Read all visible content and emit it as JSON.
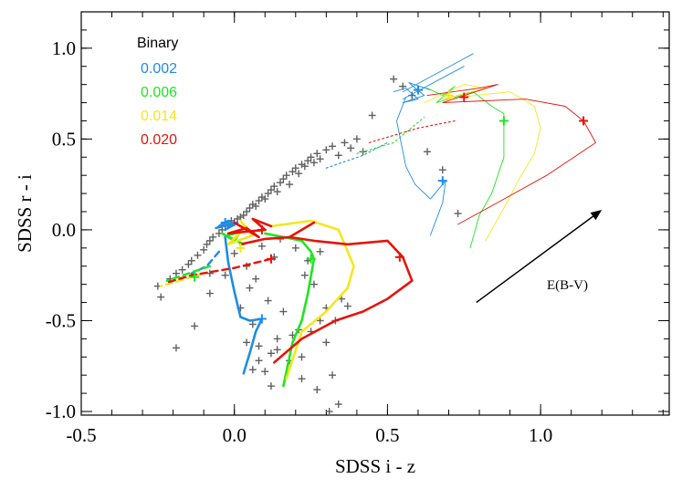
{
  "chart_data": {
    "type": "scatter",
    "title": "",
    "xlabel": "SDSS i - z",
    "ylabel": "SDSS r - i",
    "xlim": [
      -0.5,
      1.42
    ],
    "ylim": [
      -1.02,
      1.2
    ],
    "xticks": [
      -0.5,
      0.0,
      0.5,
      1.0
    ],
    "xtick_labels": [
      "-0.5",
      "0.0",
      "0.5",
      "1.0"
    ],
    "yticks": [
      -1.0,
      -0.5,
      0.0,
      0.5,
      1.0
    ],
    "ytick_labels": [
      "-1.0",
      "-0.5",
      "0.0",
      "0.5",
      "1.0"
    ],
    "grid": false,
    "legend": {
      "title": "Binary",
      "placement": "top-left",
      "entries": [
        {
          "label": "0.002",
          "color": "#1e8ce6"
        },
        {
          "label": "0.006",
          "color": "#1ee61e"
        },
        {
          "label": "0.014",
          "color": "#f5e61e"
        },
        {
          "label": "0.020",
          "color": "#e6140a"
        }
      ]
    },
    "annotation": {
      "label": "E(B-V)",
      "arrow_from": [
        0.79,
        -0.4
      ],
      "arrow_to": [
        1.2,
        0.11
      ]
    },
    "observed_points": {
      "marker": "plus",
      "color": "#606060",
      "x": [
        -0.25,
        -0.24,
        -0.21,
        -0.19,
        -0.17,
        -0.15,
        -0.14,
        -0.12,
        -0.1,
        -0.09,
        -0.08,
        -0.07,
        -0.05,
        -0.04,
        -0.03,
        -0.02,
        -0.01,
        0.0,
        0.01,
        0.02,
        0.03,
        0.04,
        0.05,
        0.06,
        0.07,
        0.08,
        0.09,
        0.1,
        0.11,
        0.12,
        0.13,
        0.14,
        0.15,
        0.16,
        0.17,
        0.18,
        0.19,
        0.2,
        0.21,
        0.22,
        0.23,
        0.24,
        0.25,
        0.26,
        0.27,
        0.28,
        0.3,
        0.32,
        0.34,
        0.36,
        0.38,
        0.4,
        0.42,
        0.45,
        0.52,
        0.55,
        0.58,
        0.63,
        0.68,
        0.73,
        -0.19,
        -0.13,
        -0.08,
        -0.08,
        -0.03,
        0.02,
        0.04,
        0.06,
        0.08,
        0.1,
        0.12,
        0.14,
        0.22,
        0.25,
        0.28,
        0.3,
        0.32,
        0.34,
        0.27,
        0.13,
        0.24,
        0.2,
        0.05,
        0.11,
        0.08,
        0.18,
        0.22,
        0.3,
        0.35,
        0.15,
        0.28,
        0.09,
        0.16,
        0.21,
        0.33,
        0.04,
        0.0,
        0.06,
        0.14,
        0.26,
        0.37,
        0.19,
        0.07,
        0.12,
        0.23,
        0.31
      ],
      "y": [
        -0.31,
        -0.37,
        -0.27,
        -0.24,
        -0.22,
        -0.19,
        -0.17,
        -0.14,
        -0.11,
        -0.08,
        -0.06,
        -0.04,
        -0.02,
        0.0,
        0.02,
        0.03,
        0.05,
        0.04,
        0.06,
        0.07,
        0.08,
        0.1,
        0.12,
        0.14,
        0.13,
        0.16,
        0.18,
        0.17,
        0.2,
        0.22,
        0.24,
        0.21,
        0.26,
        0.28,
        0.3,
        0.25,
        0.32,
        0.34,
        0.31,
        0.36,
        0.35,
        0.38,
        0.4,
        0.37,
        0.42,
        0.39,
        0.44,
        0.46,
        0.41,
        0.48,
        0.45,
        0.5,
        0.43,
        0.63,
        0.83,
        0.79,
        0.74,
        0.43,
        0.33,
        0.09,
        -0.65,
        -0.53,
        -0.35,
        -0.24,
        -0.25,
        -0.43,
        -0.62,
        -0.52,
        -0.72,
        -0.78,
        -0.86,
        -0.6,
        -0.7,
        -0.56,
        -0.5,
        -0.62,
        -0.8,
        -0.96,
        -0.88,
        -0.15,
        -0.17,
        -0.1,
        -0.32,
        -0.39,
        -0.64,
        -0.72,
        -0.82,
        -0.43,
        -0.38,
        -0.05,
        -0.12,
        -0.09,
        -0.45,
        -0.55,
        -0.5,
        -0.2,
        -0.13,
        -0.77,
        -0.66,
        -0.3,
        -0.42,
        -0.58,
        -0.27,
        -0.68,
        -0.25,
        -1.0
      ]
    },
    "series": [
      {
        "name": "0.002",
        "color": "#1e8ce6",
        "paths": [
          {
            "style": "thick",
            "points": [
              [
                -0.05,
                0.02
              ],
              [
                -0.02,
                0.05
              ],
              [
                0.0,
                0.03
              ],
              [
                -0.03,
                0.0
              ],
              [
                0.01,
                0.04
              ],
              [
                -0.06,
                0.01
              ]
            ]
          },
          {
            "style": "thick",
            "points": [
              [
                -0.03,
                -0.04
              ],
              [
                -0.02,
                -0.18
              ],
              [
                0.0,
                -0.34
              ],
              [
                0.02,
                -0.48
              ],
              [
                0.05,
                -0.5
              ],
              [
                0.09,
                -0.49
              ]
            ]
          },
          {
            "style": "thick",
            "points": [
              [
                0.09,
                -0.49
              ],
              [
                0.07,
                -0.56
              ],
              [
                0.05,
                -0.68
              ],
              [
                0.03,
                -0.79
              ]
            ]
          },
          {
            "style": "dashed",
            "points": [
              [
                -0.05,
                -0.12
              ],
              [
                -0.09,
                -0.2
              ],
              [
                -0.14,
                -0.24
              ]
            ]
          },
          {
            "style": "thin",
            "points": [
              [
                0.52,
                0.76
              ],
              [
                0.56,
                0.78
              ],
              [
                0.6,
                0.72
              ],
              [
                0.55,
                0.7
              ],
              [
                0.62,
                0.74
              ],
              [
                0.57,
                0.81
              ],
              [
                0.64,
                0.77
              ]
            ]
          },
          {
            "style": "thin",
            "points": [
              [
                0.55,
                0.76
              ],
              [
                0.78,
                0.97
              ]
            ]
          },
          {
            "style": "thin",
            "points": [
              [
                0.55,
                0.72
              ],
              [
                0.75,
                0.9
              ]
            ]
          },
          {
            "style": "thin",
            "points": [
              [
                0.56,
                0.73
              ],
              [
                0.53,
                0.6
              ],
              [
                0.56,
                0.35
              ],
              [
                0.59,
                0.25
              ],
              [
                0.64,
                0.17
              ],
              [
                0.69,
                0.27
              ],
              [
                0.68,
                0.15
              ],
              [
                0.64,
                -0.03
              ]
            ]
          },
          {
            "style": "dotted",
            "points": [
              [
                0.3,
                0.34
              ],
              [
                0.42,
                0.41
              ],
              [
                0.5,
                0.48
              ]
            ]
          }
        ]
      },
      {
        "name": "0.006",
        "color": "#1ee61e",
        "paths": [
          {
            "style": "thick",
            "points": [
              [
                -0.02,
                -0.03
              ],
              [
                0.02,
                -0.01
              ],
              [
                0.0,
                -0.06
              ],
              [
                -0.04,
                -0.02
              ],
              [
                0.03,
                -0.08
              ]
            ]
          },
          {
            "style": "thick",
            "points": [
              [
                0.1,
                -0.02
              ],
              [
                0.22,
                -0.06
              ],
              [
                0.25,
                -0.12
              ],
              [
                0.26,
                -0.16
              ],
              [
                0.24,
                -0.35
              ],
              [
                0.22,
                -0.5
              ],
              [
                0.19,
                -0.62
              ],
              [
                0.16,
                -0.86
              ]
            ]
          },
          {
            "style": "dashed",
            "points": [
              [
                -0.08,
                -0.2
              ],
              [
                -0.15,
                -0.24
              ],
              [
                -0.22,
                -0.28
              ]
            ]
          },
          {
            "style": "thin",
            "points": [
              [
                0.63,
                0.78
              ],
              [
                0.68,
                0.74
              ],
              [
                0.72,
                0.79
              ],
              [
                0.66,
                0.7
              ],
              [
                0.78,
                0.76
              ],
              [
                0.84,
                0.68
              ],
              [
                0.88,
                0.64
              ],
              [
                0.88,
                0.4
              ],
              [
                0.84,
                0.2
              ],
              [
                0.8,
                0.08
              ],
              [
                0.77,
                -0.1
              ]
            ]
          },
          {
            "style": "dotted",
            "points": [
              [
                0.4,
                0.42
              ],
              [
                0.52,
                0.48
              ],
              [
                0.62,
                0.62
              ]
            ]
          }
        ]
      },
      {
        "name": "0.014",
        "color": "#f5e61e",
        "paths": [
          {
            "style": "thick",
            "points": [
              [
                0.0,
                -0.05
              ],
              [
                0.04,
                0.02
              ],
              [
                -0.02,
                -0.08
              ],
              [
                0.06,
                -0.03
              ],
              [
                0.02,
                0.05
              ]
            ]
          },
          {
            "style": "thick",
            "points": [
              [
                0.12,
                0.02
              ],
              [
                0.25,
                0.05
              ],
              [
                0.34,
                0.0
              ],
              [
                0.37,
                -0.12
              ],
              [
                0.39,
                -0.2
              ],
              [
                0.37,
                -0.32
              ],
              [
                0.3,
                -0.45
              ],
              [
                0.22,
                -0.56
              ],
              [
                0.17,
                -0.82
              ]
            ]
          },
          {
            "style": "dashed",
            "points": [
              [
                -0.1,
                -0.24
              ],
              [
                -0.18,
                -0.28
              ],
              [
                -0.24,
                -0.31
              ]
            ]
          },
          {
            "style": "thin",
            "points": [
              [
                0.62,
                0.7
              ],
              [
                0.75,
                0.8
              ],
              [
                0.82,
                0.78
              ],
              [
                0.68,
                0.72
              ],
              [
                0.9,
                0.76
              ],
              [
                0.98,
                0.68
              ],
              [
                1.0,
                0.56
              ],
              [
                0.98,
                0.42
              ],
              [
                0.93,
                0.28
              ],
              [
                0.88,
                0.12
              ],
              [
                0.82,
                -0.06
              ]
            ]
          }
        ]
      },
      {
        "name": "0.020",
        "color": "#e6140a",
        "paths": [
          {
            "style": "thick",
            "points": [
              [
                0.02,
                0.02
              ],
              [
                0.05,
                -0.01
              ],
              [
                0.0,
                0.04
              ],
              [
                0.08,
                -0.04
              ],
              [
                0.04,
                0.01
              ],
              [
                -0.02,
                -0.02
              ],
              [
                0.1,
                0.0
              ],
              [
                0.06,
                0.06
              ],
              [
                0.12,
                0.02
              ]
            ]
          },
          {
            "style": "thick",
            "points": [
              [
                0.02,
                -0.08
              ],
              [
                0.1,
                -0.05
              ],
              [
                0.18,
                -0.04
              ],
              [
                0.26,
                0.04
              ]
            ]
          },
          {
            "style": "thick",
            "points": [
              [
                0.18,
                -0.04
              ],
              [
                0.26,
                -0.06
              ],
              [
                0.37,
                -0.08
              ],
              [
                0.5,
                -0.06
              ],
              [
                0.55,
                -0.15
              ],
              [
                0.58,
                -0.28
              ],
              [
                0.5,
                -0.38
              ],
              [
                0.42,
                -0.45
              ],
              [
                0.33,
                -0.5
              ],
              [
                0.22,
                -0.6
              ],
              [
                0.13,
                -0.73
              ]
            ]
          },
          {
            "style": "dashed",
            "points": [
              [
                0.12,
                -0.16
              ],
              [
                0.0,
                -0.21
              ],
              [
                -0.14,
                -0.25
              ],
              [
                -0.22,
                -0.29
              ]
            ]
          },
          {
            "style": "thin",
            "points": [
              [
                0.63,
                0.74
              ],
              [
                0.8,
                0.78
              ],
              [
                0.86,
                0.8
              ],
              [
                0.68,
                0.7
              ],
              [
                0.95,
                0.72
              ],
              [
                1.08,
                0.68
              ],
              [
                1.14,
                0.6
              ],
              [
                1.18,
                0.48
              ],
              [
                1.02,
                0.3
              ],
              [
                0.87,
                0.16
              ],
              [
                0.73,
                0.03
              ]
            ]
          },
          {
            "style": "dotted",
            "points": [
              [
                0.44,
                0.48
              ],
              [
                0.6,
                0.56
              ],
              [
                0.72,
                0.6
              ]
            ]
          }
        ]
      }
    ],
    "markers": [
      {
        "x": -0.03,
        "y": 0.04,
        "color": "#1e8ce6"
      },
      {
        "x": 0.09,
        "y": -0.49,
        "color": "#1e8ce6"
      },
      {
        "x": 0.68,
        "y": 0.27,
        "color": "#1e8ce6"
      },
      {
        "x": 0.6,
        "y": 0.77,
        "color": "#1e8ce6"
      },
      {
        "x": 0.25,
        "y": -0.16,
        "color": "#1ee61e"
      },
      {
        "x": -0.13,
        "y": -0.26,
        "color": "#1ee61e"
      },
      {
        "x": 0.88,
        "y": 0.6,
        "color": "#1ee61e"
      },
      {
        "x": 0.02,
        "y": -0.1,
        "color": "#f5e61e"
      },
      {
        "x": 0.7,
        "y": 0.74,
        "color": "#f5e61e"
      },
      {
        "x": 0.54,
        "y": -0.15,
        "color": "#e6140a"
      },
      {
        "x": 0.12,
        "y": -0.16,
        "color": "#e6140a"
      },
      {
        "x": 1.14,
        "y": 0.6,
        "color": "#e6140a"
      },
      {
        "x": 0.09,
        "y": 0.0,
        "color": "#e6140a"
      },
      {
        "x": 0.75,
        "y": 0.73,
        "color": "#e6140a"
      }
    ]
  }
}
